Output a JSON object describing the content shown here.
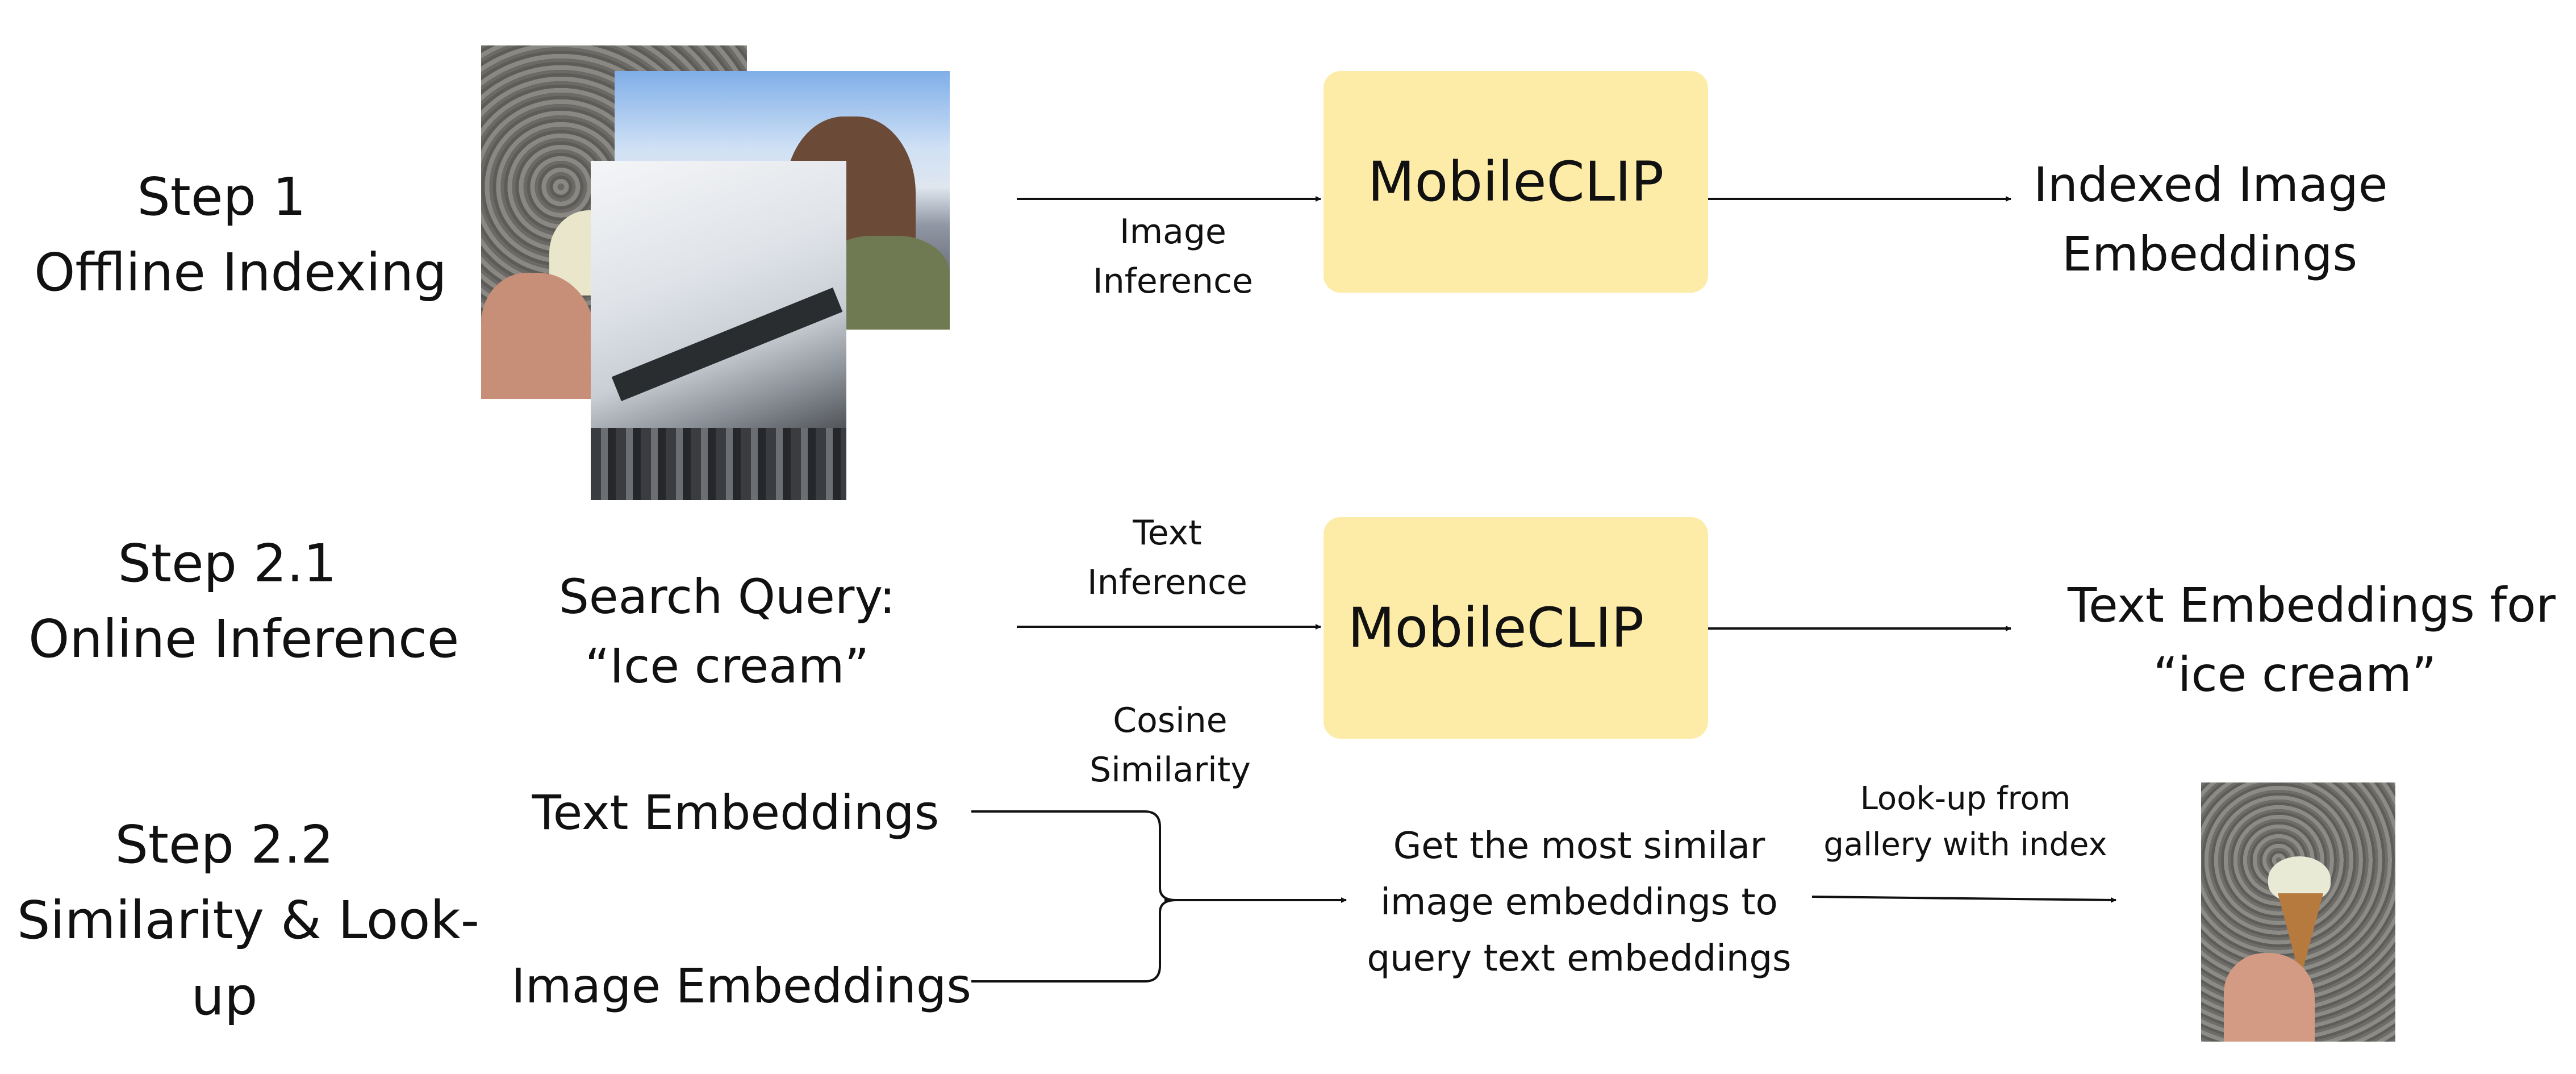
{
  "rows": {
    "step1": {
      "title": [
        "Step 1",
        "Offline Indexing"
      ],
      "edge_label": [
        "Image",
        "Inference"
      ],
      "model": "MobileCLIP",
      "output": [
        "Indexed Image",
        "Embeddings"
      ]
    },
    "step21": {
      "title": [
        "Step 2.1",
        "Online Inference"
      ],
      "input": [
        "Search Query:",
        "“Ice cream”"
      ],
      "edge_label": [
        "Text",
        "Inference"
      ],
      "model": "MobileCLIP",
      "output": [
        "Text Embeddings for",
        "“ice cream”"
      ]
    },
    "step22": {
      "title": [
        "Step 2.2",
        "Similarity & Look-",
        "up"
      ],
      "input_a": "Text Embeddings",
      "input_b": "Image Embeddings",
      "merge_label": [
        "Cosine",
        "Similarity"
      ],
      "result": [
        "Get the most similar",
        "image embeddings to",
        "query text embeddings"
      ],
      "lookup_label": [
        "Look-up from",
        "gallery with index"
      ]
    }
  },
  "colors": {
    "model_box": "#fdeca8",
    "arrow": "#111111"
  },
  "images": [
    "cobblestone-ice-cream-photo",
    "mountain-selfie-photo",
    "station-ceiling-photo",
    "result-ice-cream-photo"
  ]
}
